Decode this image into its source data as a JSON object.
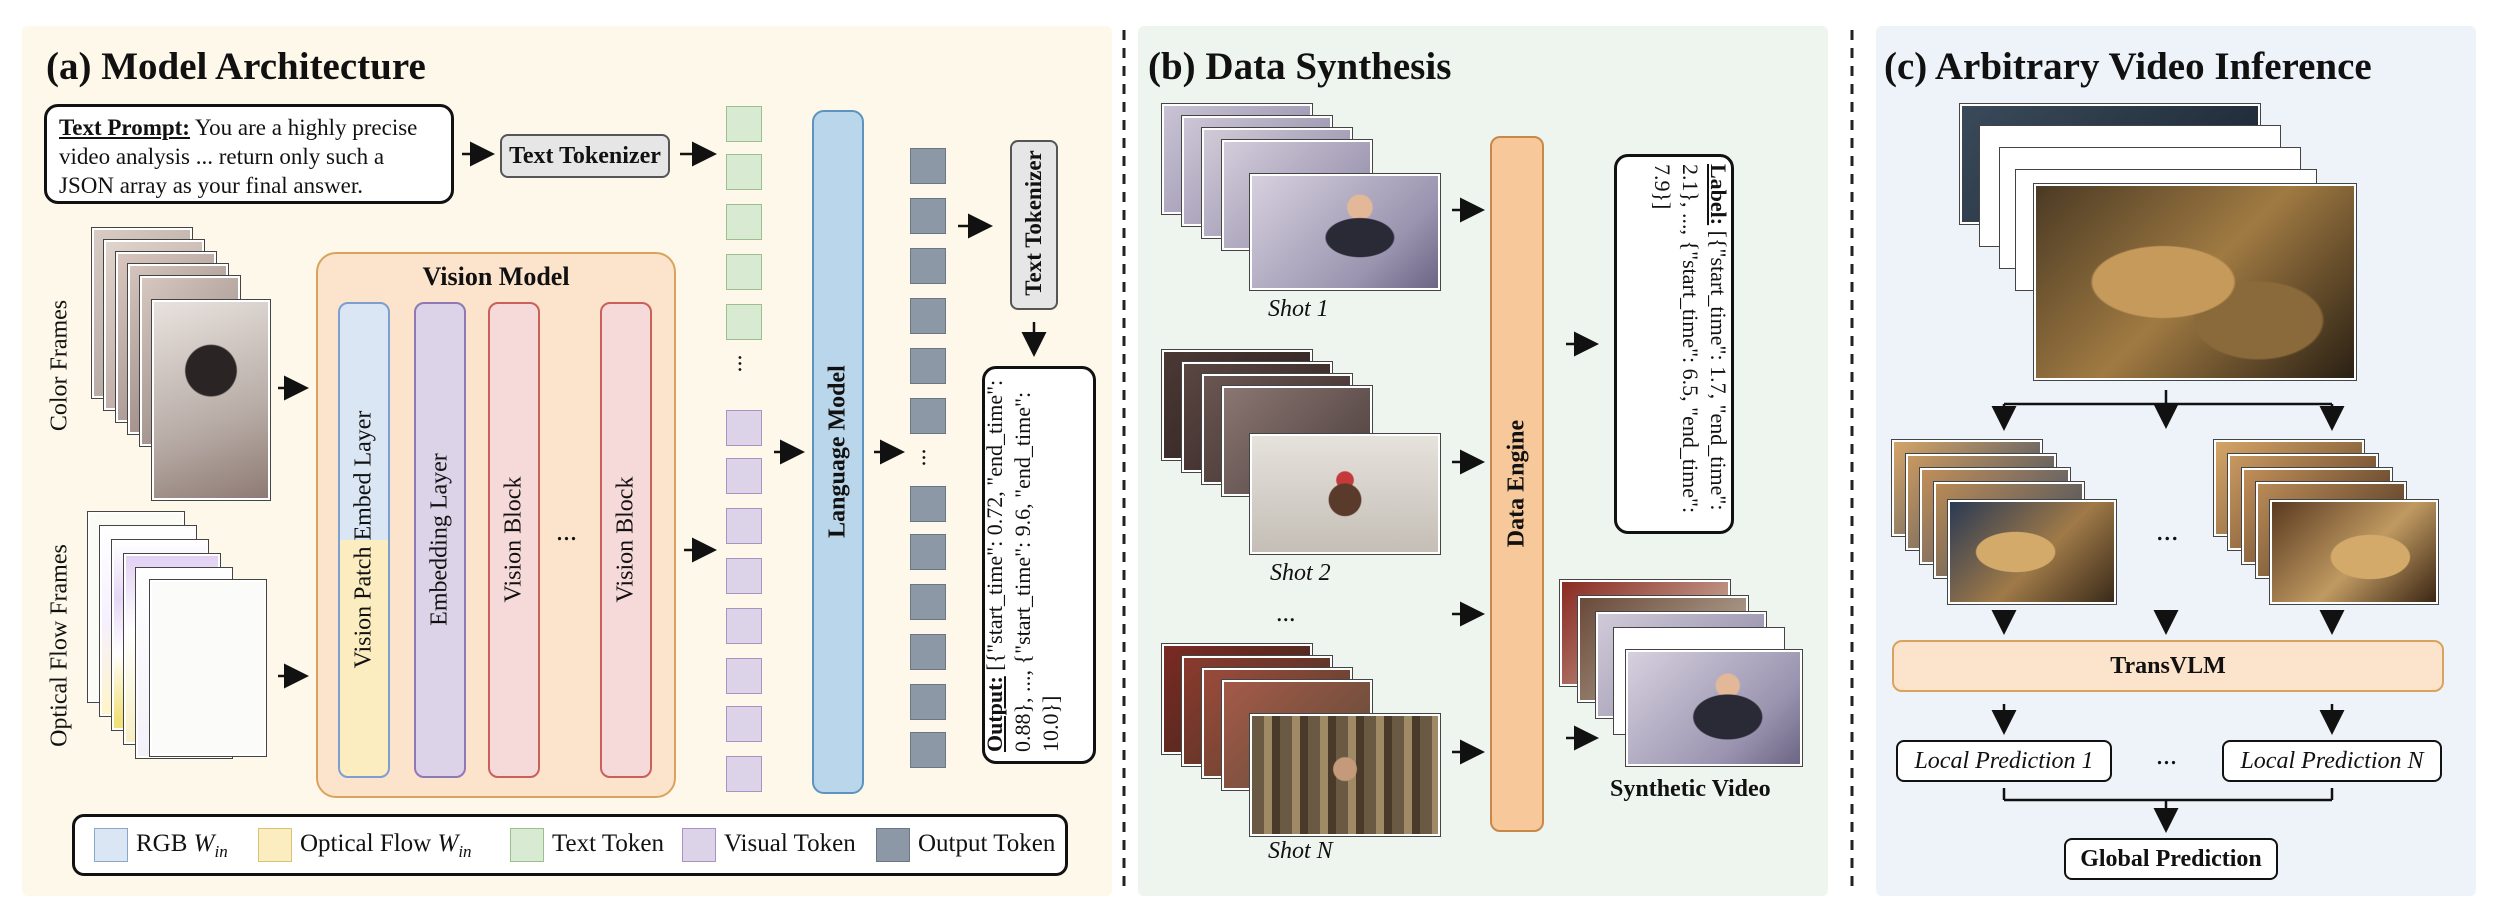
{
  "panels": {
    "a_title": "(a) Model Architecture",
    "b_title": "(b) Data Synthesis",
    "c_title": "(c) Arbitrary Video Inference"
  },
  "model": {
    "prompt_label": "Text Prompt:",
    "prompt_text": " You are a highly precise video analysis ... return only such a JSON array as your final answer.",
    "text_tokenizer": "Text Tokenizer",
    "color_frames": "Color Frames",
    "optical_flow_frames": "Optical Flow Frames",
    "vision_model": "Vision Model",
    "patch_embed": "Vision Patch Embed Layer",
    "embedding_layer": "Embedding Layer",
    "vision_block_1": "Vision Block",
    "vision_block_2": "Vision Block",
    "ellipsis": "...",
    "language_model": "Language Model",
    "text_tokenizer_out": "Text Tokenizer",
    "output_label": "Output:",
    "output_text": " [{\"start_time\": 0.72, \"end_time\": 0.88}, ..., {\"start_time\": 9.6, \"end_time\": 10.0}]",
    "token_ellipsis_1": "...",
    "token_ellipsis_2": "..."
  },
  "legend": {
    "rgb_prefix": "RGB ",
    "rgb_w": "W",
    "rgb_sub": "in",
    "flow_prefix": "Optical Flow ",
    "flow_w": "W",
    "flow_sub": "in",
    "text_token": "Text Token",
    "visual_token": "Visual Token",
    "output_token": "Output Token"
  },
  "synthesis": {
    "shot1": "Shot 1",
    "shot2": "Shot 2",
    "shot_ellipsis": "...",
    "shotN": "Shot N",
    "data_engine": "Data Engine",
    "label_label": "Label:",
    "label_text": " [{\"start_time\": 1.7, \"end_time\": 2.1}, ..., {\"start_time\": 6.5, \"end_time\": 7.9}]",
    "synthetic_video": "Synthetic Video"
  },
  "inference": {
    "ellipsis_mid": "...",
    "transvlm": "TransVLM",
    "local1": "Local Prediction 1",
    "local_ellipsis": "...",
    "localN": "Local Prediction N",
    "global": "Global Prediction"
  },
  "colors": {
    "panel_a_bg": "#fdf8e9",
    "panel_b_bg": "#eef4ee",
    "panel_c_bg": "#edf3f8",
    "rgb": "#dbe6f5",
    "optical_flow": "#fbedc0",
    "text_token": "#d9ead3",
    "visual_token": "#ddd3e8",
    "output_token": "#8c98a6",
    "language_model": "#b9d6ea",
    "vision_model_bg": "#fbe3cc",
    "vision_block": "#f6dada",
    "embedding": "#ddd3e8",
    "data_engine": "#f7c99a",
    "transvlm": "#fbe3cc"
  }
}
